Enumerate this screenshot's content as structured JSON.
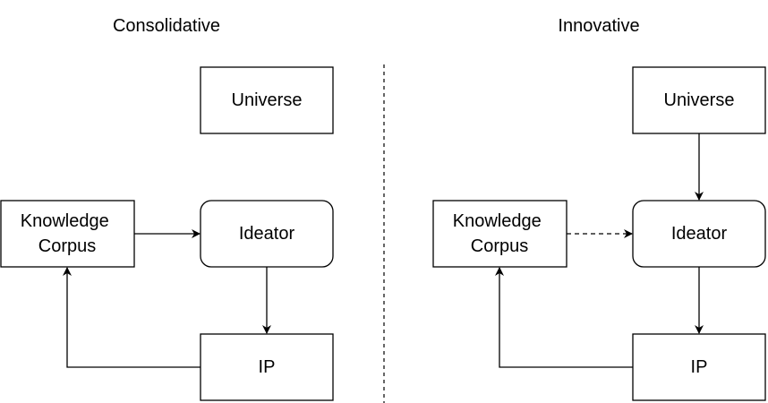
{
  "left_panel": {
    "title": "Consolidative",
    "universe": "Universe",
    "knowledge_corpus": [
      "Knowledge",
      "Corpus"
    ],
    "ideator": "Ideator",
    "ip": "IP"
  },
  "right_panel": {
    "title": "Innovative",
    "universe": "Universe",
    "knowledge_corpus": [
      "Knowledge",
      "Corpus"
    ],
    "ideator": "Ideator",
    "ip": "IP"
  }
}
